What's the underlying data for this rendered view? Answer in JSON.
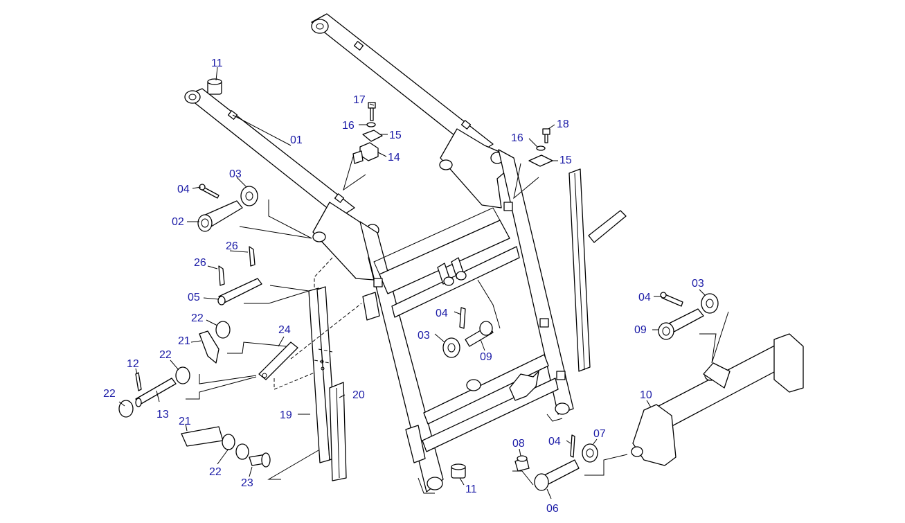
{
  "accent_color": "#1a1aa6",
  "callouts": [
    {
      "id": "c01",
      "label": "01"
    },
    {
      "id": "c02",
      "label": "02"
    },
    {
      "id": "c03a",
      "label": "03"
    },
    {
      "id": "c03b",
      "label": "03"
    },
    {
      "id": "c03c",
      "label": "03"
    },
    {
      "id": "c04a",
      "label": "04"
    },
    {
      "id": "c04b",
      "label": "04"
    },
    {
      "id": "c04c",
      "label": "04"
    },
    {
      "id": "c04d",
      "label": "04"
    },
    {
      "id": "c05",
      "label": "05"
    },
    {
      "id": "c06",
      "label": "06"
    },
    {
      "id": "c07",
      "label": "07"
    },
    {
      "id": "c08",
      "label": "08"
    },
    {
      "id": "c09a",
      "label": "09"
    },
    {
      "id": "c09b",
      "label": "09"
    },
    {
      "id": "c10",
      "label": "10"
    },
    {
      "id": "c11a",
      "label": "11"
    },
    {
      "id": "c11b",
      "label": "11"
    },
    {
      "id": "c12",
      "label": "12"
    },
    {
      "id": "c13",
      "label": "13"
    },
    {
      "id": "c14",
      "label": "14"
    },
    {
      "id": "c15a",
      "label": "15"
    },
    {
      "id": "c15b",
      "label": "15"
    },
    {
      "id": "c16a",
      "label": "16"
    },
    {
      "id": "c16b",
      "label": "16"
    },
    {
      "id": "c17",
      "label": "17"
    },
    {
      "id": "c18",
      "label": "18"
    },
    {
      "id": "c19",
      "label": "19"
    },
    {
      "id": "c20",
      "label": "20"
    },
    {
      "id": "c21a",
      "label": "21"
    },
    {
      "id": "c21b",
      "label": "21"
    },
    {
      "id": "c22a",
      "label": "22"
    },
    {
      "id": "c22b",
      "label": "22"
    },
    {
      "id": "c22c",
      "label": "22"
    },
    {
      "id": "c22d",
      "label": "22"
    },
    {
      "id": "c23",
      "label": "23"
    },
    {
      "id": "c24",
      "label": "24"
    },
    {
      "id": "c26a",
      "label": "26"
    },
    {
      "id": "c26b",
      "label": "26"
    }
  ]
}
